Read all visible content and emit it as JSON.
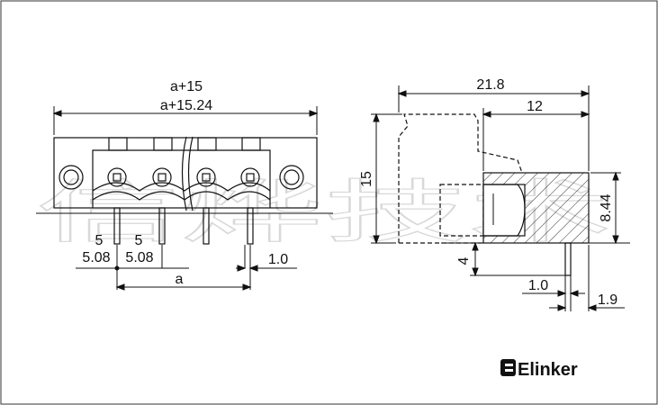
{
  "drawing": {
    "front": {
      "dim_a15": "a+15",
      "dim_a1524": "a+15.24",
      "pitch_top_1": "5",
      "pitch_top_2": "5",
      "pitch_bottom_1": "5.08",
      "pitch_bottom_2": "5.08",
      "pin_width": "1.0",
      "dim_a": "a"
    },
    "side": {
      "overall_width": "21.8",
      "body_width": "12",
      "height": "15",
      "header_height": "8.44",
      "pin_length": "4",
      "pin_thickness": "1.0",
      "pin_offset": "1.9"
    }
  },
  "brand": {
    "name": "Elinker"
  },
  "watermark": {
    "text": "信烨技术"
  },
  "colors": {
    "line": "#111111",
    "frame": "#333333",
    "watermark": "#d8d8d8"
  }
}
